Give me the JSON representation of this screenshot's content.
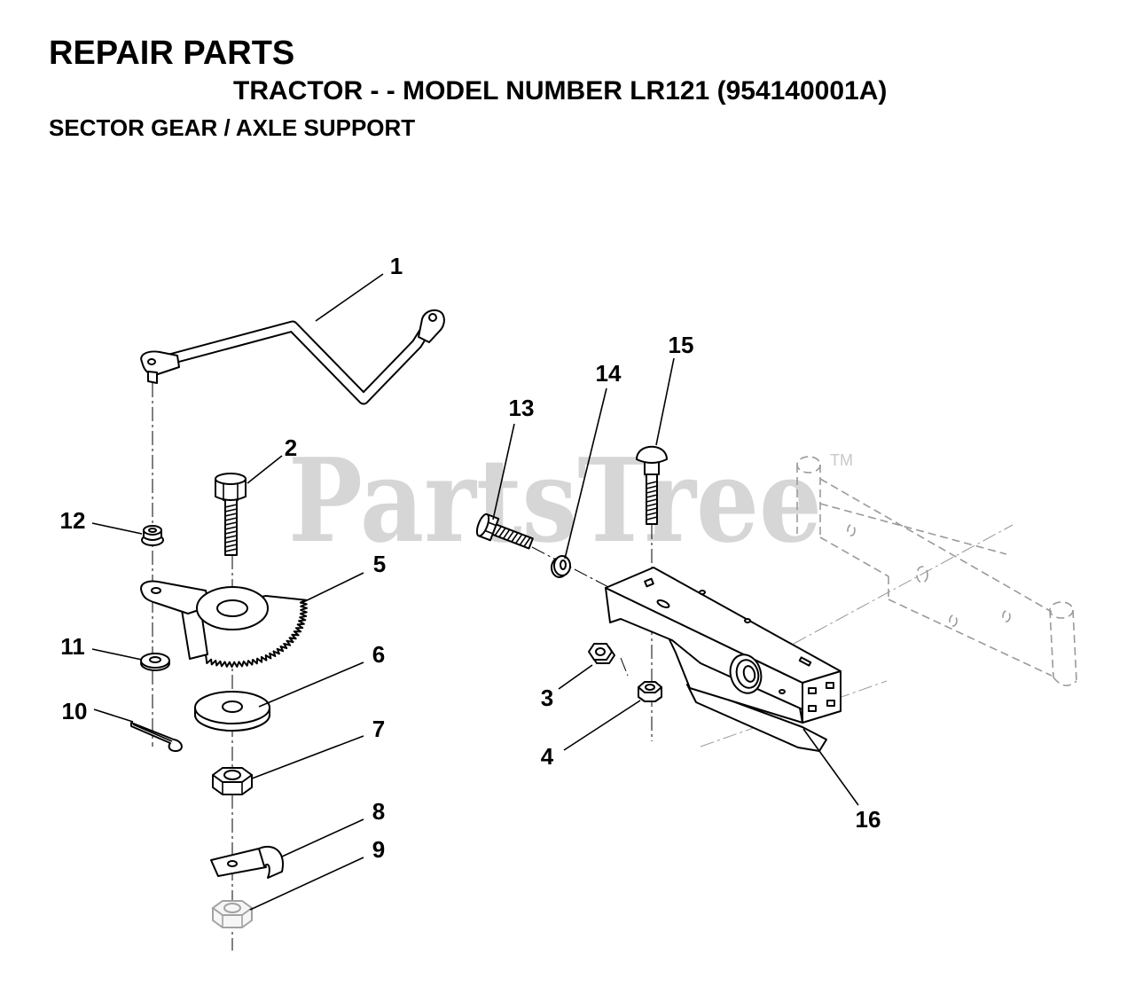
{
  "header": {
    "title": "REPAIR PARTS",
    "model": "TRACTOR - - MODEL NUMBER LR121 (954140001A)",
    "section": "SECTOR GEAR / AXLE SUPPORT"
  },
  "watermark": {
    "brand": "PartsTree",
    "trademark": "TM"
  },
  "callouts": [
    "1",
    "2",
    "3",
    "4",
    "5",
    "6",
    "7",
    "8",
    "9",
    "10",
    "11",
    "12",
    "13",
    "14",
    "15",
    "16"
  ],
  "colors": {
    "line": "#000000",
    "background": "#ffffff",
    "phantom": "#9a9a9a",
    "watermark": "#d6d6d6"
  }
}
